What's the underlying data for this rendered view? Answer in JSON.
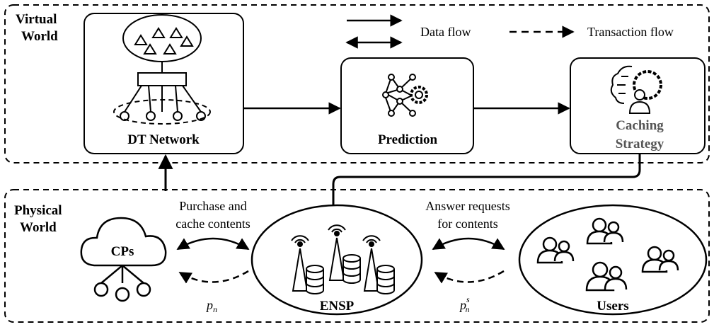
{
  "virtual_world": {
    "label_line1": "Virtual",
    "label_line2": "World"
  },
  "physical_world": {
    "label_line1": "Physical",
    "label_line2": "World"
  },
  "legend": {
    "data_flow": "Data flow",
    "transaction_flow": "Transaction flow"
  },
  "nodes": {
    "dt_network": "DT Network",
    "prediction": "Prediction",
    "caching_line1": "Caching",
    "caching_line2": "Strategy",
    "cps": "CPs",
    "ensp": "ENSP",
    "users": "Users"
  },
  "edges": {
    "cp_line1": "Purchase and",
    "cp_line2": "cache contents",
    "user_line1": "Answer requests",
    "user_line2": "for contents",
    "p_n": "p",
    "p_n_sub": "n",
    "p_n_s": "p",
    "p_n_s_sub": "n",
    "p_n_s_sup": "s"
  },
  "colors": {
    "stroke": "#000000",
    "caching_text": "#555555",
    "background": "#ffffff"
  }
}
